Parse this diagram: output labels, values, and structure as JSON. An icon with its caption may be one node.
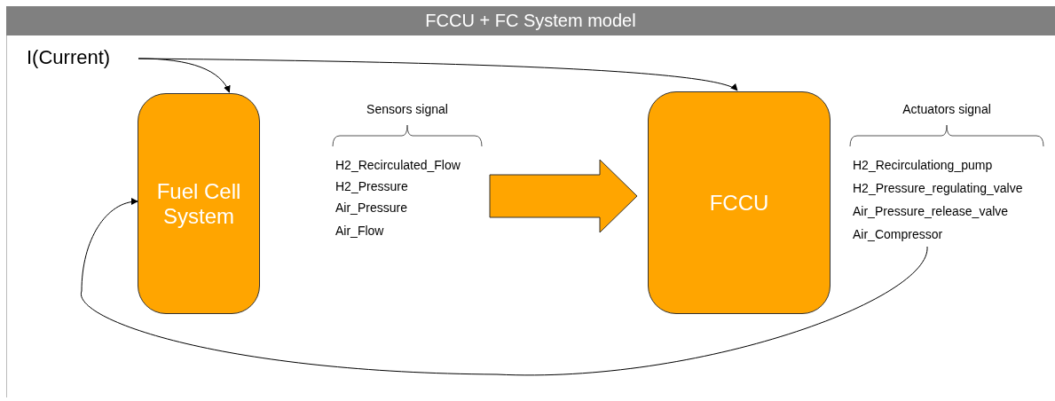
{
  "diagram": {
    "title": "FCCU + FC System model",
    "nodes": [
      {
        "text": [
          "I(Current)"
        ]
      },
      {
        "text": [
          "Fuel Cell System"
        ]
      },
      {
        "text": [
          "Sensors signal",
          "H2_Recirculated_Flow",
          "H2_Pressure",
          "Air_Pressure",
          "Air_Flow"
        ]
      },
      {
        "text": [
          "FCCU"
        ]
      },
      {
        "text": [
          "Actuators signal",
          "H2_Recirculationg_pump",
          "H2_Pressure_regulating_valve",
          "Air_Pressure_release_valve",
          "Air_Compressor"
        ]
      }
    ],
    "edges": [
      {
        "from": 0,
        "to": 1,
        "arrow": "to"
      },
      {
        "from": 0,
        "to": 3,
        "arrow": "to"
      },
      {
        "from": 2,
        "to": 3,
        "arrow": "to",
        "style": "thick",
        "color": "#ffa500"
      },
      {
        "from": 4,
        "to": 1,
        "arrow": "to"
      }
    ]
  }
}
